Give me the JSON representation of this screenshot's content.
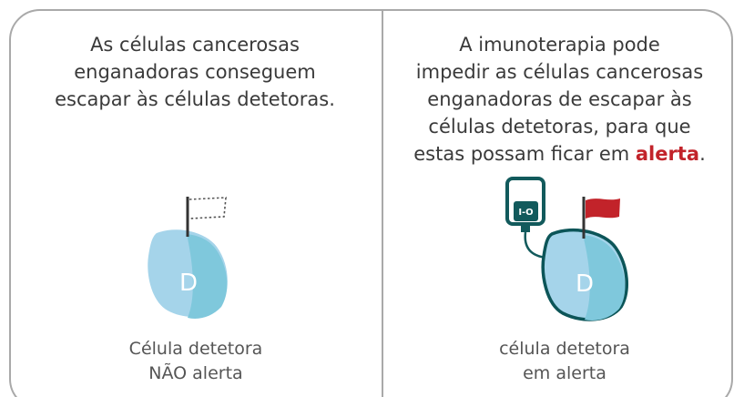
{
  "left_panel": {
    "caption_lines": [
      "As células cancerosas",
      "enganadoras conseguem",
      "escapar às células detetoras."
    ],
    "cell_letter": "D",
    "label_lines": [
      "Célula detetora",
      "NÃO alerta"
    ]
  },
  "right_panel": {
    "caption_lines": [
      "A imunoterapia pode",
      "impedir as células cancerosas",
      "enganadoras de escapar às",
      "células detetoras, para que"
    ],
    "caption_last_prefix": "estas possam ficar em ",
    "caption_highlight": "alerta",
    "caption_last_suffix": ".",
    "iv_bag_label": "I-O",
    "cell_letter": "D",
    "label_lines": [
      "célula detetora",
      "em alerta"
    ]
  },
  "colors": {
    "border": "#a9a9a9",
    "cell_fill": "#a5d4ea",
    "cell_shade": "#7fc8dc",
    "cell_outline": "#0c5558",
    "iv_bag": "#125a5c",
    "flag_red": "#c2232a",
    "highlight": "#c2232a"
  }
}
